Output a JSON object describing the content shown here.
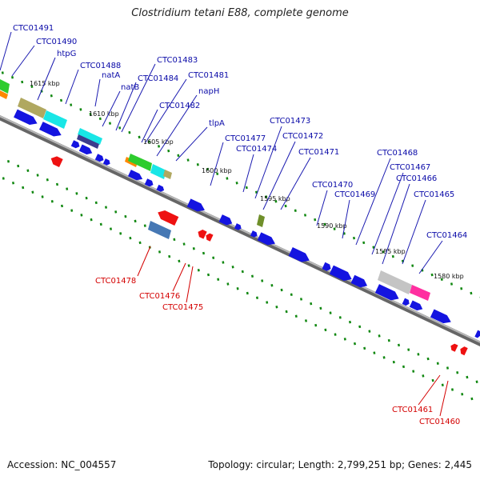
{
  "title": "Clostridium tetani E88, complete genome",
  "footer": {
    "accession": "Accession: NC_004557",
    "summary": "Topology: circular; Length: 2,799,251 bp; Genes: 2,445"
  },
  "colors": {
    "backbone": "#7a7a7a",
    "cds": "#1414e0",
    "rev": "#ee1111",
    "label_top": "#0a0aa8",
    "label_bottom": "#d40000",
    "gc_tick": "#118811"
  },
  "kbp_labels": [
    "1615 kbp",
    "1610 kbp",
    "1605 kbp",
    "1600 kbp",
    "1595 kbp",
    "1590 kbp",
    "1585 kbp",
    "1580 kbp"
  ],
  "top_labels": [
    "CTC01491",
    "CTC01490",
    "htpG",
    "CTC01488",
    "natA",
    "natB",
    "CTC01484",
    "CTC01483",
    "CTC01481",
    "napH",
    "CTC01482",
    "tlpA",
    "CTC01477",
    "CTC01474",
    "CTC01473",
    "CTC01472",
    "CTC01471",
    "CTC01470",
    "CTC01469",
    "CTC01468",
    "CTC01467",
    "CTC01466",
    "CTC01465",
    "CTC01464"
  ],
  "bottom_labels": [
    "CTC01478",
    "CTC01476",
    "CTC01475",
    "CTC01461",
    "CTC01460"
  ]
}
